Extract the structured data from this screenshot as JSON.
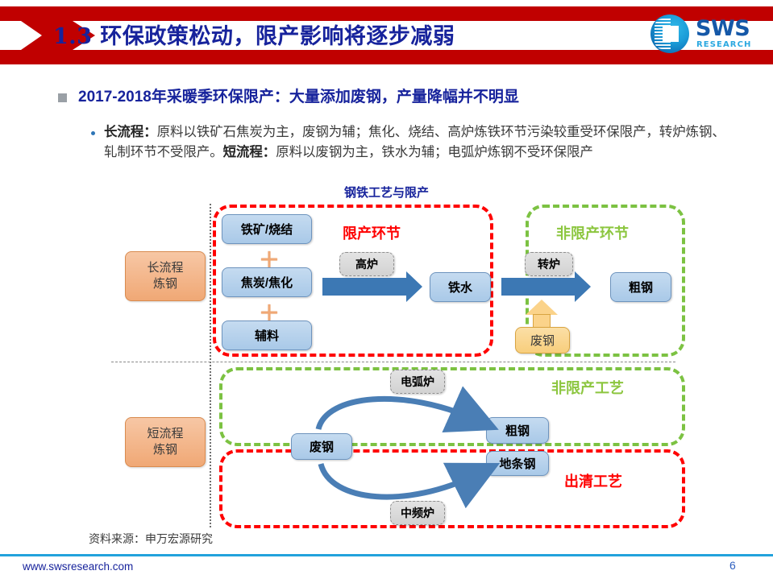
{
  "header": {
    "title": "1.3 环保政策松动，限产影响将逐步减弱",
    "logo_name": "SWS",
    "logo_sub": "RESEARCH"
  },
  "bullets": {
    "heading": "2017-2018年采暖季环保限产：大量添加废钢，产量降幅并不明显",
    "body_part1_label": "长流程：",
    "body_part1": "原料以铁矿石焦炭为主，废钢为辅；焦化、烧结、高炉炼铁环节污染较重受环保限产，转炉炼钢、轧制环节不受限产。",
    "body_part2_label": "短流程：",
    "body_part2": "原料以废钢为主，铁水为辅；电弧炉炼钢不受环保限产"
  },
  "diagram": {
    "title": "钢铁工艺与限产",
    "zones": {
      "restricted_stage": "限产环节",
      "unrestricted_stage": "非限产环节",
      "unrestricted_process": "非限产工艺",
      "cleared_process": "出清工艺"
    },
    "long_route_label": "长流程\n炼钢",
    "long_route_line1": "长流程",
    "long_route_line2": "炼钢",
    "short_route_line1": "短流程",
    "short_route_line2": "炼钢",
    "nodes": {
      "iron_ore": "铁矿/烧结",
      "coke": "焦炭/焦化",
      "flux": "辅料",
      "blast_furnace": "高炉",
      "hot_metal": "铁水",
      "converter": "转炉",
      "crude_steel_top": "粗钢",
      "scrap_top": "废钢",
      "eaf": "电弧炉",
      "crude_steel_bot": "粗钢",
      "scrap_bot": "废钢",
      "ditiaogang": "地条钢",
      "induction_furnace": "中频炉"
    },
    "plus1": "＋",
    "plus2": "＋"
  },
  "footer": {
    "source": "资料来源：申万宏源研究",
    "url": "www.swsresearch.com",
    "page": "6"
  }
}
